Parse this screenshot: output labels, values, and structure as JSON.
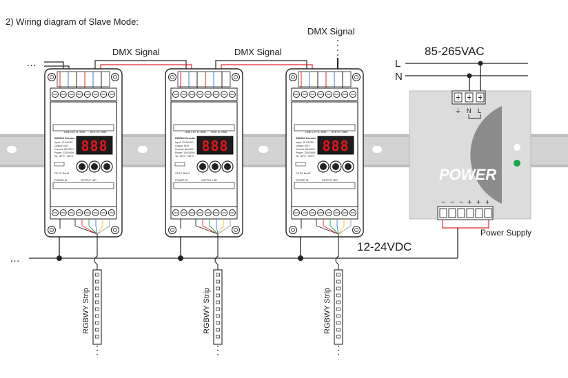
{
  "caption": "2) Wiring diagram of Slave Mode:",
  "signals": {
    "dmx_left": "DMX Signal",
    "dmx_middle": "DMX Signal",
    "dmx_top": "DMX Signal"
  },
  "mains": {
    "voltage": "85-265VAC",
    "line": "L",
    "neutral": "N"
  },
  "dc_bus": {
    "voltage": "12-24VDC"
  },
  "continuation": "…",
  "power_supply": {
    "label": "Power Supply",
    "brand": "POWER",
    "ac_terminals": [
      "⏚",
      "N",
      "L"
    ],
    "dc_terminals": [
      "−",
      "−",
      "−",
      "+",
      "+",
      "+"
    ],
    "led_colors": [
      "#ffffff",
      "#1aa64a"
    ]
  },
  "decoders": [
    {
      "model": "DMX512 Decoder",
      "display": "888",
      "certs": "CE FC RoHS",
      "header_left": "LINE 1 D+ D- GND",
      "header_right": "IN D+ D- GND",
      "power_in": "POWER IN",
      "output_led": "OUTPUT LED",
      "spec_lines": [
        "Input: 12-24VDC",
        "Output: 5CH",
        "Current: 5A×5CH",
        "Power: 120/240W",
        "Ta: -30°C~+55°C"
      ],
      "strip_label": "RGBWY Strip"
    },
    {
      "model": "DMX512 Decoder",
      "display": "888",
      "certs": "CE FC RoHS",
      "header_left": "LINE 1 D+ D- GND",
      "header_right": "IN D+ D- GND",
      "power_in": "POWER IN",
      "output_led": "OUTPUT LED",
      "spec_lines": [
        "Input: 12-24VDC",
        "Output: 5CH",
        "Current: 5A×5CH",
        "Power: 120/240W",
        "Ta: -30°C~+55°C"
      ],
      "strip_label": "RGBWY Strip"
    },
    {
      "model": "DMX512 Decoder",
      "display": "888",
      "certs": "CE FC RoHS",
      "header_left": "LINE 1 D+ D- GND",
      "header_right": "IN D+ D- GND",
      "power_in": "POWER IN",
      "output_led": "OUTPUT LED",
      "spec_lines": [
        "Input: 12-24VDC",
        "Output: 5CH",
        "Current: 5A×5CH",
        "Power: 120/240W",
        "Ta: -30°C~+55°C"
      ],
      "strip_label": "RGBWY Strip"
    }
  ],
  "colors": {
    "display_digits": "#e8161b",
    "rail": "#d3d3d3",
    "psu_body": "#dcdcdc",
    "psu_dome": "#8c8c8c",
    "wire_red": "#e0252b",
    "wire_blue": "#2f7fd6"
  }
}
